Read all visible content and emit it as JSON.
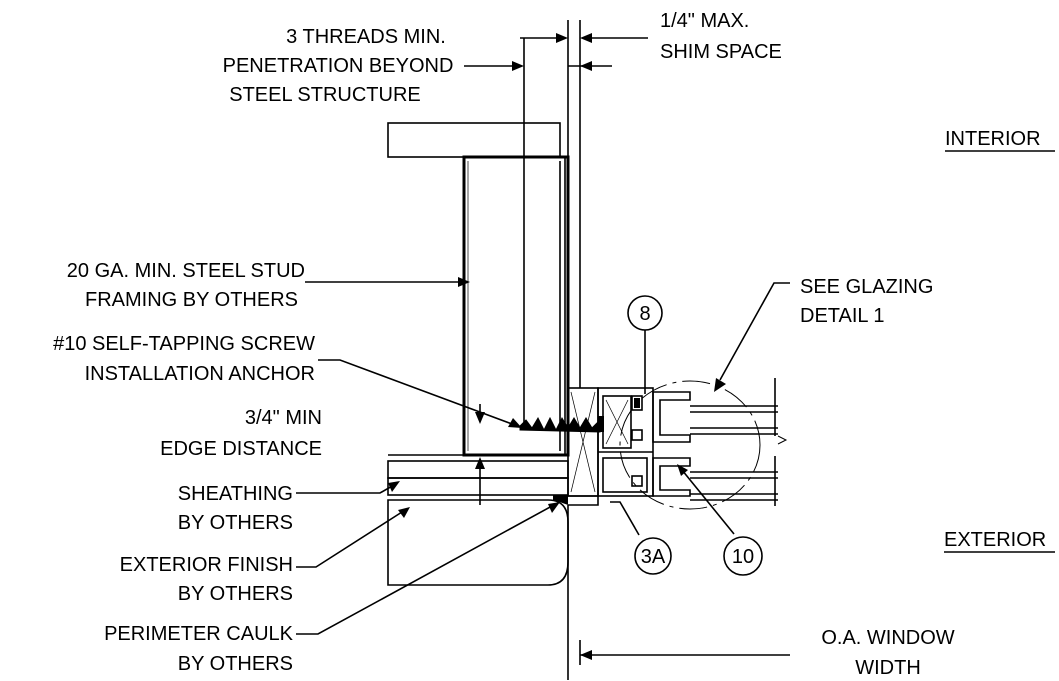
{
  "labels": {
    "threads_1": "3 THREADS MIN.",
    "threads_2": "PENETRATION BEYOND",
    "threads_3": "STEEL STRUCTURE",
    "shim_1": "1/4\" MAX.",
    "shim_2": "SHIM SPACE",
    "interior": "INTERIOR",
    "exterior": "EXTERIOR",
    "stud_1": "20 GA. MIN. STEEL STUD",
    "stud_2": "FRAMING BY OTHERS",
    "screw_1": "#10 SELF-TAPPING SCREW",
    "screw_2": "INSTALLATION ANCHOR",
    "edge_1": "3/4\" MIN",
    "edge_2": "EDGE DISTANCE",
    "sheathing_1": "SHEATHING",
    "sheathing_2": "BY OTHERS",
    "finish_1": "EXTERIOR FINISH",
    "finish_2": "BY OTHERS",
    "caulk_1": "PERIMETER CAULK",
    "caulk_2": "BY OTHERS",
    "glazing_1": "SEE GLAZING",
    "glazing_2": "DETAIL 1",
    "width_1": "O.A. WINDOW",
    "width_2": "WIDTH"
  },
  "callouts": {
    "c8": "8",
    "c3a": "3A",
    "c10": "10"
  }
}
